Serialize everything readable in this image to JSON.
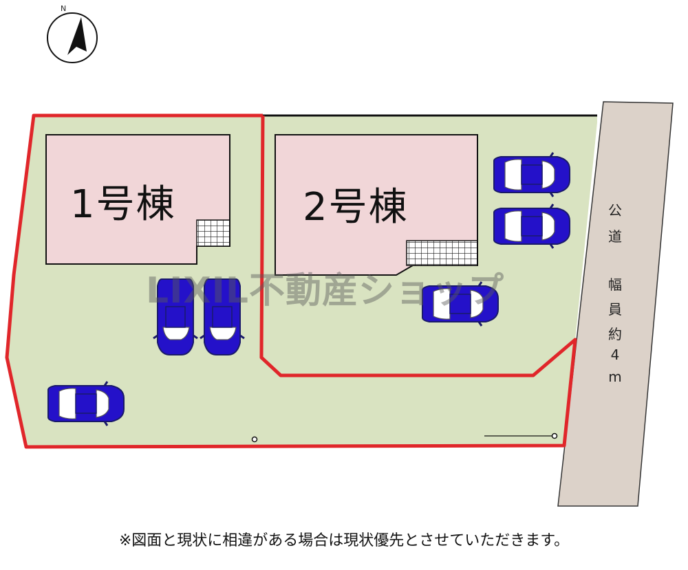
{
  "compass": {
    "label": "N",
    "icon": "north-arrow-icon"
  },
  "buildings": [
    {
      "label": "1号棟"
    },
    {
      "label": "2号棟"
    }
  ],
  "road": {
    "chars": [
      "公",
      "道",
      "幅",
      "員",
      "約",
      "4",
      "m"
    ]
  },
  "watermark": "LIXIL不動産ショップ",
  "note": "※図面と現状に相違がある場合は現状優先とさせていただきます。",
  "colors": {
    "lot": "#d9e3c1",
    "building": "#f1d6d8",
    "road": "#dcd2c9",
    "boundary": "#e0262a",
    "car": "#2411c9"
  }
}
